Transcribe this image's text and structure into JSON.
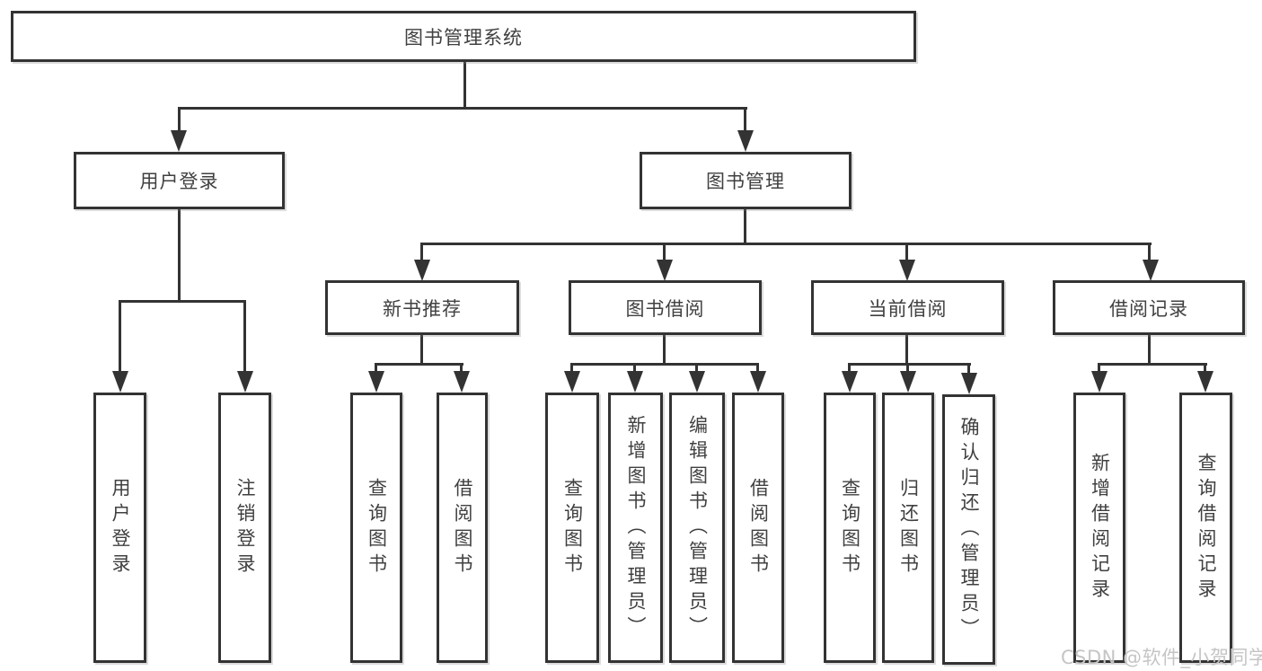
{
  "theme": {
    "background": "#ffffff",
    "line_color": "#333333",
    "box_border_color": "#333333",
    "text_color": "#404040",
    "watermark_color": "#c5c5c5"
  },
  "diagram": {
    "title": "图书管理系统",
    "root": {
      "label": "图书管理系统"
    },
    "level2": [
      {
        "label": "用户登录"
      },
      {
        "label": "图书管理"
      }
    ],
    "level3": [
      {
        "label": "新书推荐"
      },
      {
        "label": "图书借阅"
      },
      {
        "label": "当前借阅"
      },
      {
        "label": "借阅记录"
      }
    ],
    "leaves": {
      "user_login": [
        {
          "label": "用户登录"
        },
        {
          "label": "注销登录"
        }
      ],
      "new_book_recommend": [
        {
          "label": "查询图书"
        },
        {
          "label": "借阅图书"
        }
      ],
      "book_borrow": [
        {
          "label": "查询图书"
        },
        {
          "label": "新增图书（管理员）"
        },
        {
          "label": "编辑图书（管理员）"
        },
        {
          "label": "借阅图书"
        }
      ],
      "current_borrow": [
        {
          "label": "查询图书"
        },
        {
          "label": "归还图书"
        },
        {
          "label": "确认归还（管理员）"
        }
      ],
      "borrow_record": [
        {
          "label": "新增借阅记录"
        },
        {
          "label": "查询借阅记录"
        }
      ]
    }
  },
  "watermark": {
    "text": "CSDN @软件_小贺同学"
  }
}
